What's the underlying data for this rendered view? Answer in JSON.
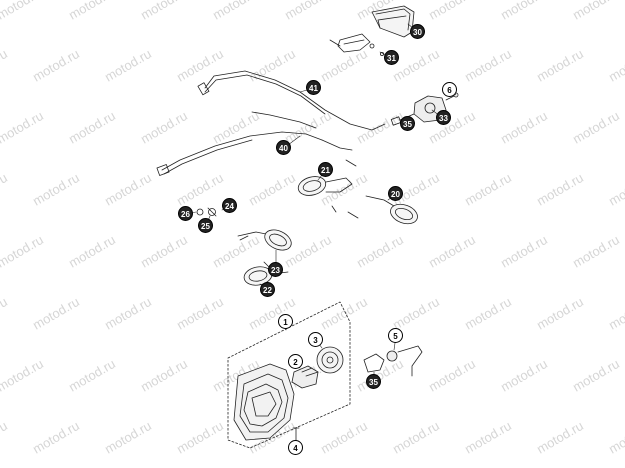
{
  "watermark": {
    "text": "motod.ru"
  },
  "colors": {
    "line": "#222222",
    "background": "#ffffff",
    "watermark": "#d6d6d6",
    "callout_fill": "#222222"
  },
  "callouts": [
    {
      "id": "c30",
      "label": "30",
      "filled": true
    },
    {
      "id": "c31",
      "label": "31",
      "filled": true
    },
    {
      "id": "c41",
      "label": "41",
      "filled": true
    },
    {
      "id": "c6",
      "label": "6",
      "filled": false
    },
    {
      "id": "c35a",
      "label": "35",
      "filled": true
    },
    {
      "id": "c33",
      "label": "33",
      "filled": true
    },
    {
      "id": "c40",
      "label": "40",
      "filled": true
    },
    {
      "id": "c21",
      "label": "21",
      "filled": true
    },
    {
      "id": "c20",
      "label": "20",
      "filled": true
    },
    {
      "id": "c26",
      "label": "26",
      "filled": true
    },
    {
      "id": "c24",
      "label": "24",
      "filled": true
    },
    {
      "id": "c25",
      "label": "25",
      "filled": true
    },
    {
      "id": "c23",
      "label": "23",
      "filled": true
    },
    {
      "id": "c22",
      "label": "22",
      "filled": true
    },
    {
      "id": "c1",
      "label": "1",
      "filled": false
    },
    {
      "id": "c3",
      "label": "3",
      "filled": false
    },
    {
      "id": "c2",
      "label": "2",
      "filled": false
    },
    {
      "id": "c5",
      "label": "5",
      "filled": false
    },
    {
      "id": "c35b",
      "label": "35",
      "filled": true
    },
    {
      "id": "c4",
      "label": "4",
      "filled": false
    }
  ]
}
